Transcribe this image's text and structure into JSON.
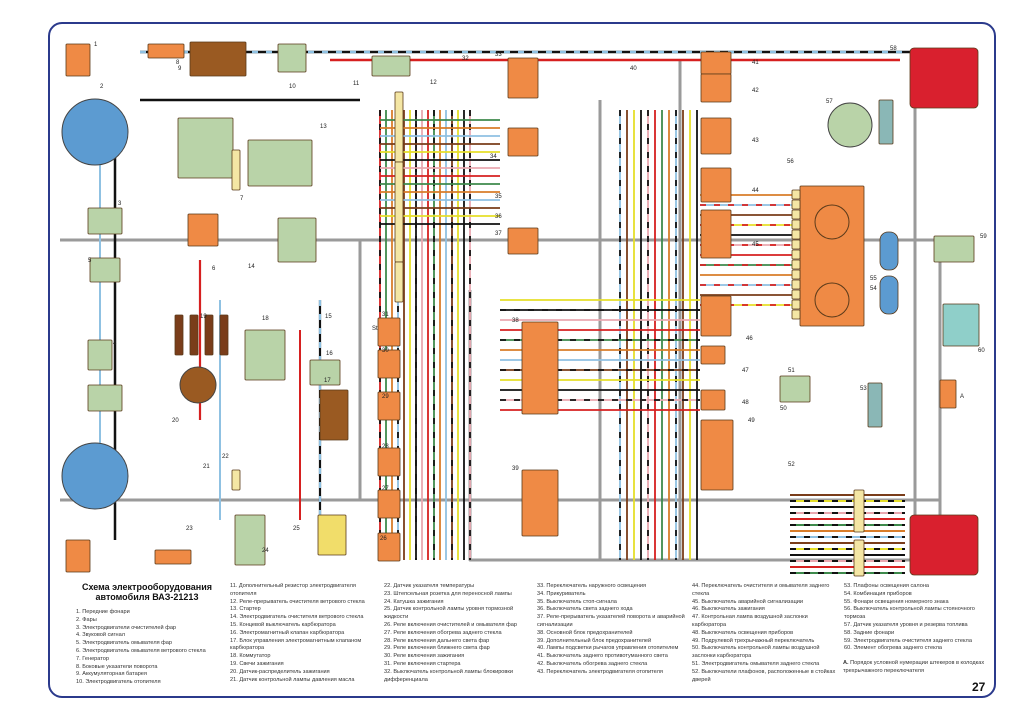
{
  "title_line1": "Схема электрооборудования",
  "title_line2": "автомобиля ВАЗ-21213",
  "page_number": "27",
  "note_marker": "А.",
  "note_text": "Порядок условной нумерации штекеров в колодках трехрычажного переключателя",
  "pin_block_label": "А",
  "legend": [
    {
      "n": "1",
      "text": "Передние фонари"
    },
    {
      "n": "2",
      "text": "Фары"
    },
    {
      "n": "3",
      "text": "Электродвигатели очистителей фар"
    },
    {
      "n": "4",
      "text": "Звуковой сигнал"
    },
    {
      "n": "5",
      "text": "Электродвигатель омывателя фар"
    },
    {
      "n": "6",
      "text": "Электродвигатель омывателя ветрового стекла"
    },
    {
      "n": "7",
      "text": "Генератор"
    },
    {
      "n": "8",
      "text": "Боковые указатели поворота"
    },
    {
      "n": "9",
      "text": "Аккумуляторная батарея"
    },
    {
      "n": "10",
      "text": "Электродвигатель отопителя"
    },
    {
      "n": "11",
      "text": "Дополнительный резистор электродвигателя отопителя"
    },
    {
      "n": "12",
      "text": "Реле-прерыватель очистителя ветрового стекла"
    },
    {
      "n": "13",
      "text": "Стартер"
    },
    {
      "n": "14",
      "text": "Электродвигатель очистителя ветрового стекла"
    },
    {
      "n": "15",
      "text": "Концевой выключатель карбюратора"
    },
    {
      "n": "16",
      "text": "Электромагнитный клапан карбюратора"
    },
    {
      "n": "17",
      "text": "Блок управления электромагнитным клапаном карбюратора"
    },
    {
      "n": "18",
      "text": "Коммутатор"
    },
    {
      "n": "19",
      "text": "Свечи зажигания"
    },
    {
      "n": "20",
      "text": "Датчик-распределитель зажигания"
    },
    {
      "n": "21",
      "text": "Датчик контрольной лампы давления масла"
    },
    {
      "n": "22",
      "text": "Датчик указателя температуры"
    },
    {
      "n": "23",
      "text": "Штепсельная розетка для переносной лампы"
    },
    {
      "n": "24",
      "text": "Катушка зажигания"
    },
    {
      "n": "25",
      "text": "Датчик контрольной лампы уровня тормозной жидкости"
    },
    {
      "n": "26",
      "text": "Реле включения очистителей и омывателя фар"
    },
    {
      "n": "27",
      "text": "Реле включения обогрева заднего стекла"
    },
    {
      "n": "28",
      "text": "Реле включения дальнего света фар"
    },
    {
      "n": "29",
      "text": "Реле включения ближнего света фар"
    },
    {
      "n": "30",
      "text": "Реле включения зажигания"
    },
    {
      "n": "31",
      "text": "Реле включения стартера"
    },
    {
      "n": "32",
      "text": "Выключатель контрольной лампы блокировки дифференциала"
    },
    {
      "n": "33",
      "text": "Переключатель наружного освещения"
    },
    {
      "n": "34",
      "text": "Прикуриватель"
    },
    {
      "n": "35",
      "text": "Выключатель стоп-сигнала"
    },
    {
      "n": "36",
      "text": "Выключатель света заднего хода"
    },
    {
      "n": "37",
      "text": "Реле-прерыватель указателей поворота и аварийной сигнализации"
    },
    {
      "n": "38",
      "text": "Основной блок предохранителей"
    },
    {
      "n": "39",
      "text": "Дополнительный блок предохранителей"
    },
    {
      "n": "40",
      "text": "Лампы подсветки рычагов управления отопителем"
    },
    {
      "n": "41",
      "text": "Выключатель заднего противотуманного света"
    },
    {
      "n": "42",
      "text": "Выключатель обогрева заднего стекла"
    },
    {
      "n": "43",
      "text": "Переключатель электродвигателя отопителя"
    },
    {
      "n": "44",
      "text": "Переключатель очистителя и омывателя заднего стекла"
    },
    {
      "n": "45",
      "text": "Выключатель аварийной сигнализации"
    },
    {
      "n": "46",
      "text": "Выключатель зажигания"
    },
    {
      "n": "47",
      "text": "Контрольная лампа воздушной заслонки карбюратора"
    },
    {
      "n": "48",
      "text": "Выключатель освещения приборов"
    },
    {
      "n": "49",
      "text": "Подрулевой трехрычажный переключатель"
    },
    {
      "n": "50",
      "text": "Выключатель контрольной лампы воздушной заслонки карбюратора"
    },
    {
      "n": "51",
      "text": "Электродвигатель омывателя заднего стекла"
    },
    {
      "n": "52",
      "text": "Выключатели плафонов, расположенные в стойках дверей"
    },
    {
      "n": "53",
      "text": "Плафоны освещения салона"
    },
    {
      "n": "54",
      "text": "Комбинация приборов"
    },
    {
      "n": "55",
      "text": "Фонари освещения номерного знака"
    },
    {
      "n": "56",
      "text": "Выключатель контрольной лампы стояночного тормоза"
    },
    {
      "n": "57",
      "text": "Датчик указателя уровня и резерва топлива"
    },
    {
      "n": "58",
      "text": "Задние фонари"
    },
    {
      "n": "59",
      "text": "Электродвигатель очистителя заднего стекла"
    },
    {
      "n": "60",
      "text": "Элемент обогрева заднего стекла"
    }
  ],
  "diagram_callouts": [
    "1",
    "2",
    "3",
    "4",
    "5",
    "6",
    "7",
    "8",
    "9",
    "10",
    "11",
    "12",
    "13",
    "14",
    "15",
    "16",
    "17",
    "18",
    "19",
    "20",
    "21",
    "22",
    "23",
    "24",
    "25",
    "26",
    "27",
    "28",
    "29",
    "30",
    "31",
    "32",
    "33",
    "34",
    "35",
    "36",
    "37",
    "38",
    "39",
    "40",
    "41",
    "42",
    "43",
    "44",
    "45",
    "46",
    "47",
    "48",
    "49",
    "50",
    "51",
    "52",
    "53",
    "54",
    "55",
    "56",
    "57",
    "58",
    "59",
    "60"
  ],
  "relay_side_labels": {
    "r31": "St"
  },
  "colors": {
    "frame": "#2b3a8c",
    "component_orange": "#ef8a45",
    "component_green": "#b9d3a8",
    "component_brown": "#9a5a22",
    "connector": "#f4e6a4",
    "lamp_blue": "#4c8fc7",
    "tail_red": "#d9202e",
    "wire_gray": "#9a9a9a",
    "wire_red": "#d62020",
    "wire_black": "#111111",
    "wire_blue": "#8fc1e2",
    "wire_green": "#3e8a4c",
    "wire_brown": "#7a3d1a",
    "wire_yellow": "#e6df2a",
    "wire_orange": "#d87d2a",
    "wire_pink": "#e9a8b0"
  }
}
